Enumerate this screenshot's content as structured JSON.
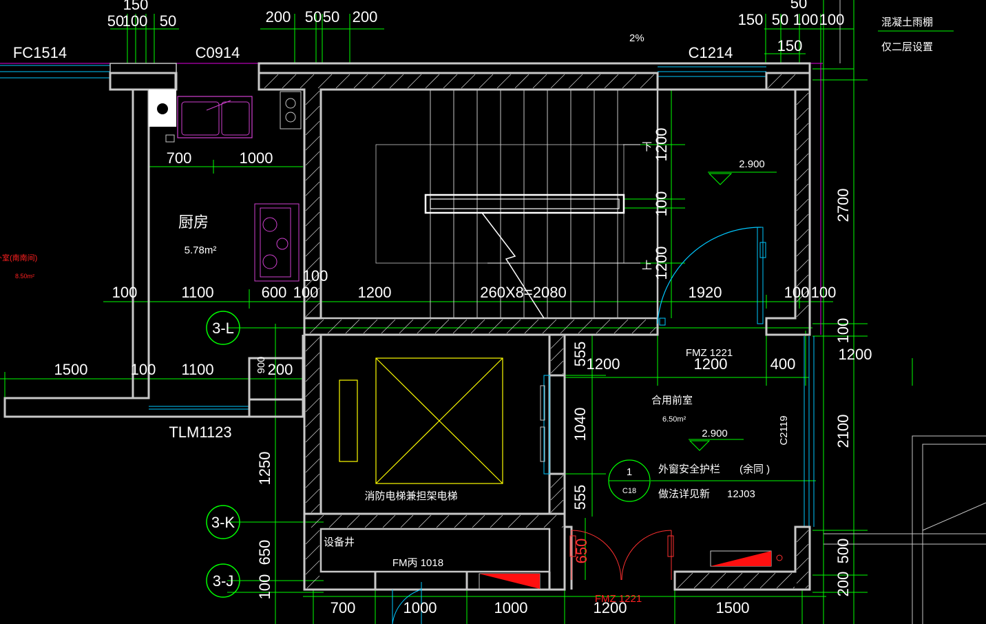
{
  "colors": {
    "background": "#000000",
    "wall": "#c0c0c0",
    "dimension": "#00ff00",
    "text": "#ffffff",
    "axis_line": "#e000e0",
    "door": "#00c8ff",
    "fire_door": "#ff2020",
    "lift": "#ffff00"
  },
  "rooms": {
    "kitchen_name": "厨房",
    "kitchen_area": "5.78m²",
    "left_room_name": "卧室(南南间)",
    "left_room_area": "8.50m²",
    "anteroom_name": "合用前室",
    "anteroom_area": "6.50m²",
    "elevator_label": "消防电梯兼担架电梯",
    "shaft_label": "设备井"
  },
  "openings": {
    "fc1514": "FC1514",
    "c0914": "C0914",
    "c1214": "C1214",
    "tlm1123": "TLM1123",
    "fmz1221_top": "FMZ 1221",
    "fmz1221_bottom": "FMZ 1221",
    "fm1018": "FM丙 1018",
    "c2119": "C2119"
  },
  "levels": {
    "stair_level": "2.900",
    "anteroom_level": "2.900"
  },
  "stair": {
    "down": "下",
    "up": "上",
    "dim_run": "260X8=2080",
    "slope": "2%"
  },
  "notes": {
    "canopy_line1": "混凝土雨棚",
    "canopy_line2": "仅二层设置",
    "railing_line1": "外窗安全护栏",
    "railing_line2": "做法详见新",
    "railing_ref": "12J03",
    "railing_remark": "(余同 )",
    "detail_num": "1",
    "detail_sheet": "C18"
  },
  "axes": [
    "3-L",
    "3-K",
    "3-J"
  ],
  "dims": {
    "top": [
      "150",
      "50",
      "100",
      "50",
      "200",
      "50",
      "50",
      "200",
      "150",
      "50",
      "100",
      "100",
      "150",
      "50"
    ],
    "kitchen": [
      "700",
      "1000"
    ],
    "row_l": [
      "100",
      "1100",
      "600",
      "100",
      "100",
      "1200",
      "1920",
      "100",
      "100"
    ],
    "row_k": [
      "1500",
      "100",
      "1100",
      "900",
      "200"
    ],
    "vert_stair": [
      "1200",
      "100",
      "1200"
    ],
    "vert_ante": [
      "555",
      "1040",
      "555",
      "650"
    ],
    "vert_right": [
      "2700",
      "100",
      "2100",
      "500",
      "200"
    ],
    "ante_h": [
      "1200",
      "1200",
      "400",
      "1200"
    ],
    "left_vert": [
      "1250",
      "650",
      "100"
    ],
    "bottom": [
      "700",
      "1000",
      "1000",
      "1200",
      "1500"
    ]
  }
}
